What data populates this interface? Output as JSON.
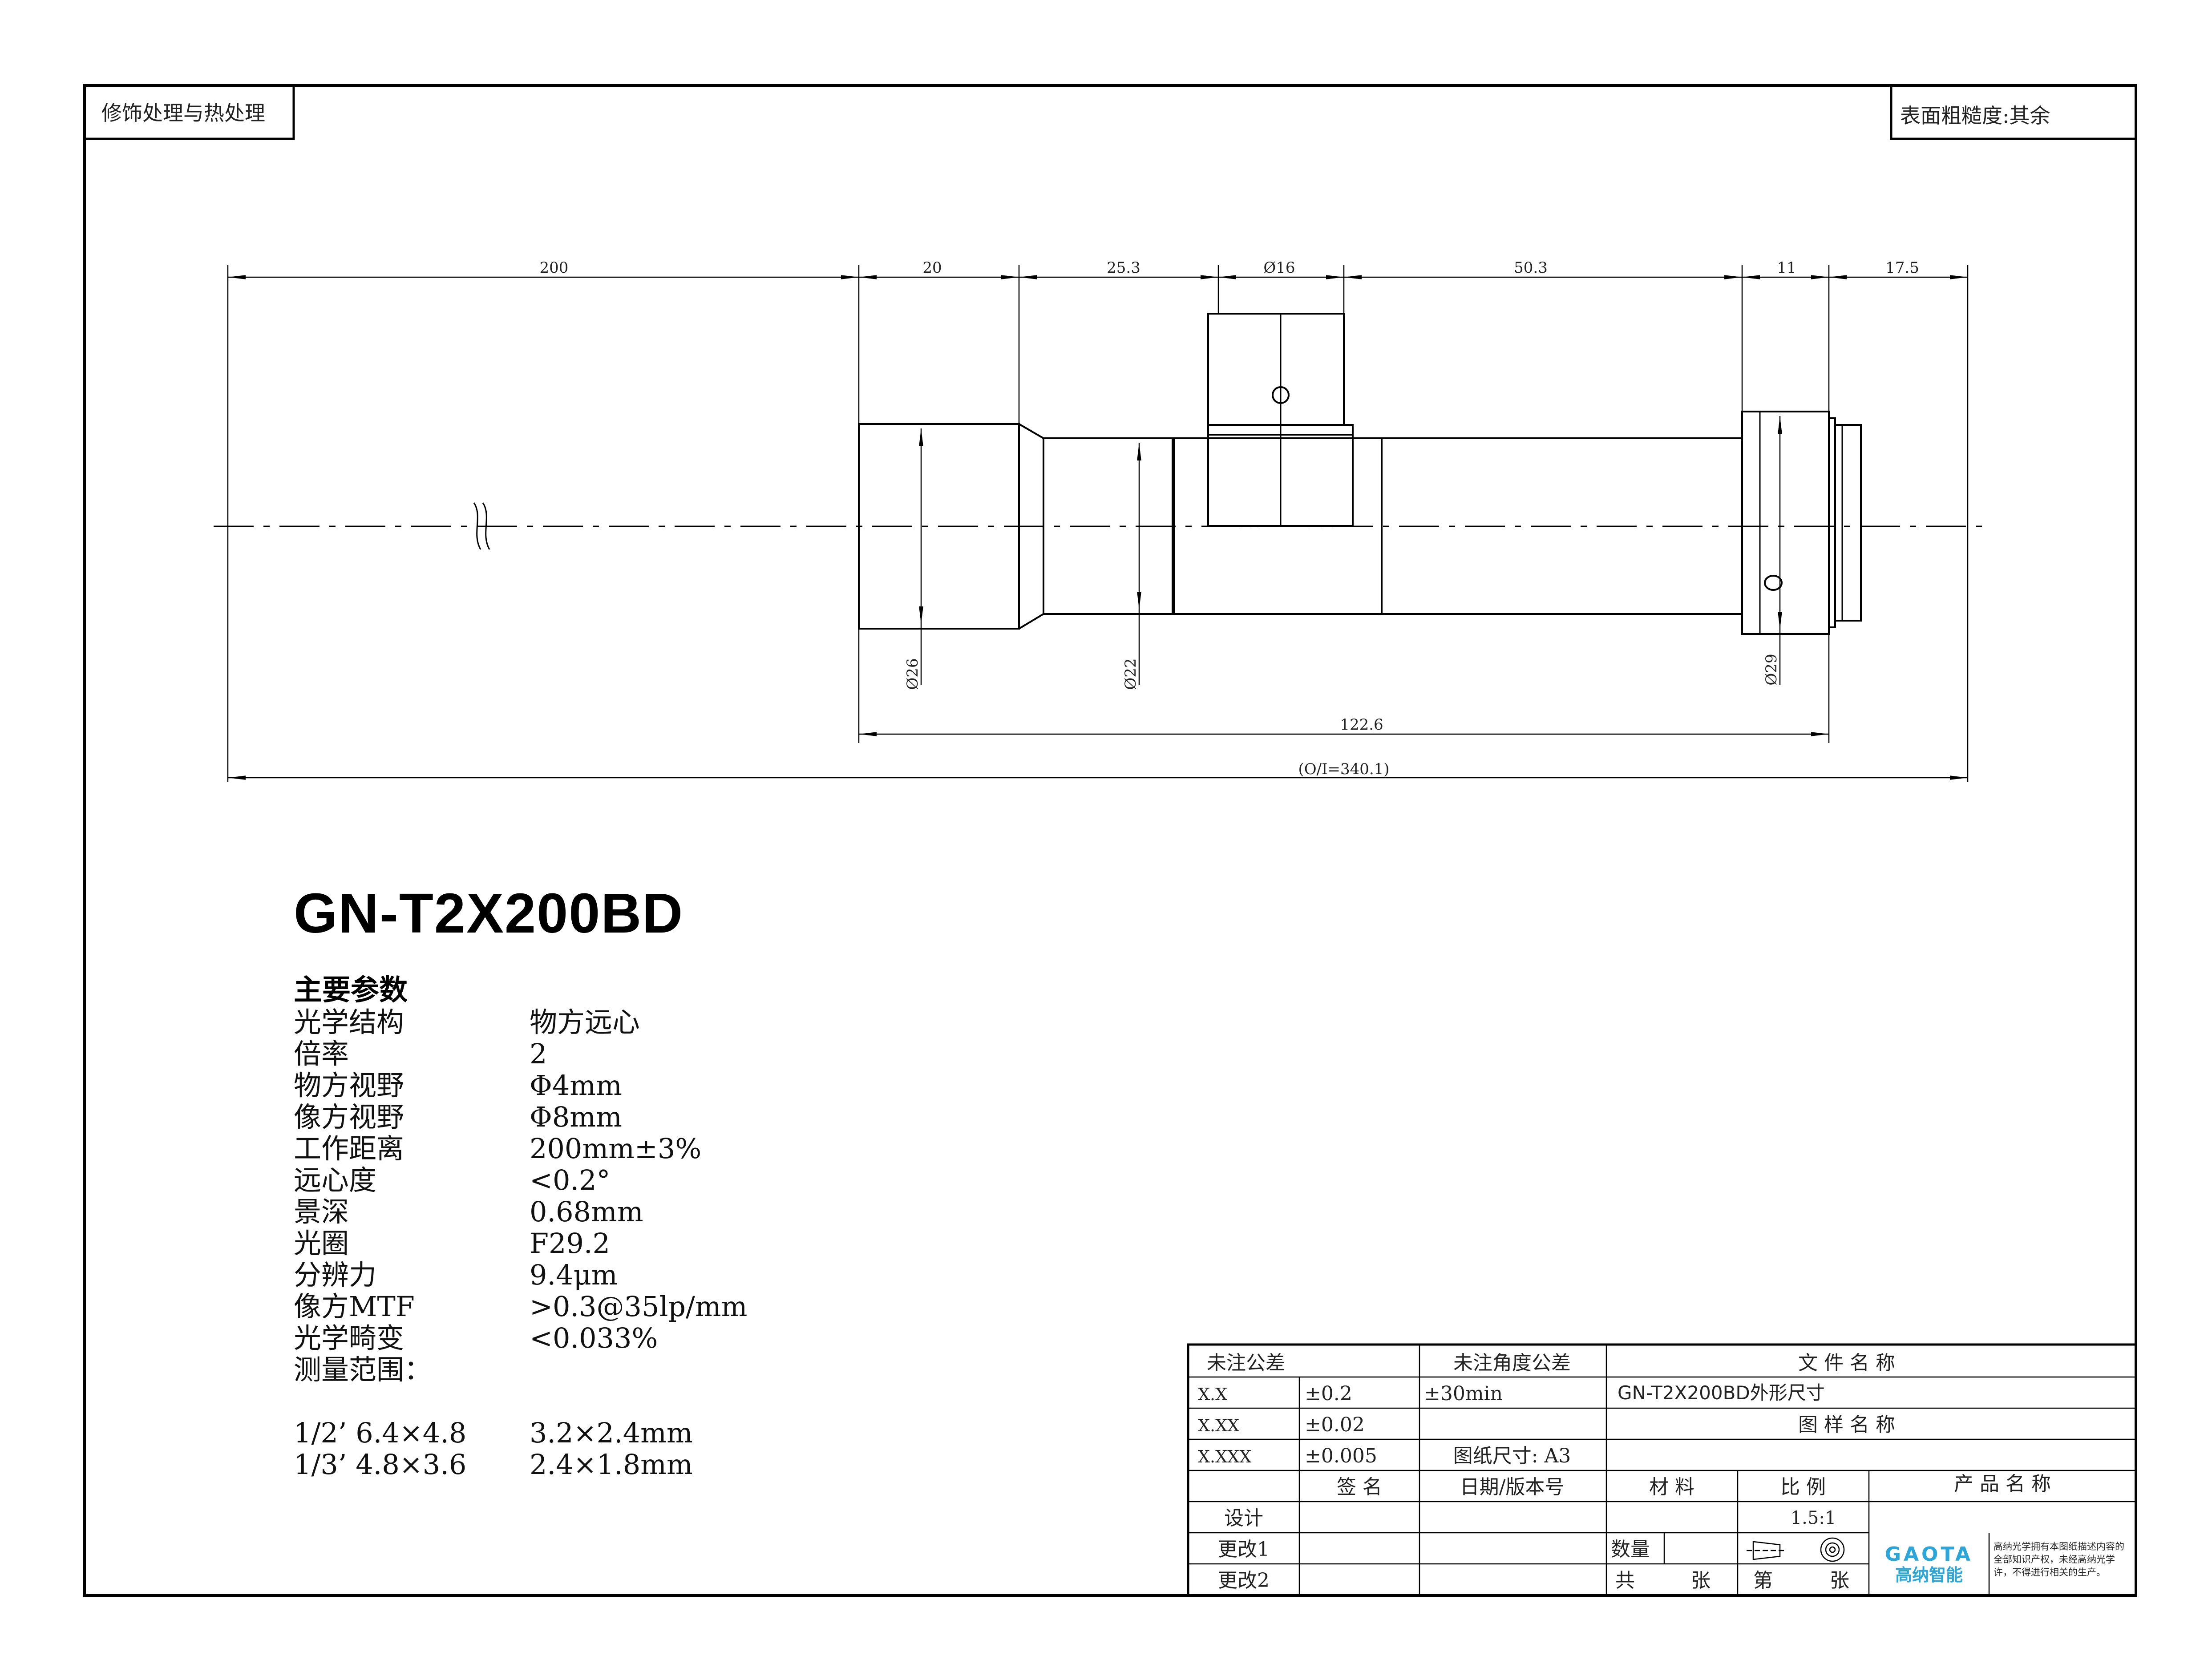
{
  "corners": {
    "top_left": "修饰处理与热处理",
    "top_right": "表面粗糙度:其余"
  },
  "dimensions": {
    "d200": "200",
    "d20": "20",
    "d25_3": "25.3",
    "phi16": "Ø16",
    "d50_3": "50.3",
    "d11": "11",
    "d17_5": "17.5",
    "phi26": "Ø26",
    "phi22": "Ø22",
    "phi29": "Ø29",
    "d122_6": "122.6",
    "total": "(O/I=340.1)"
  },
  "model": "GN-T2X200BD",
  "params": {
    "title": "主要参数",
    "rows": [
      {
        "k": "光学结构",
        "v": "物方远心"
      },
      {
        "k": "倍率",
        "v": "2"
      },
      {
        "k": "物方视野",
        "v": "Φ4mm"
      },
      {
        "k": "像方视野",
        "v": "Φ8mm"
      },
      {
        "k": "工作距离",
        "v": "200mm±3%"
      },
      {
        "k": "远心度",
        "v": "<0.2°"
      },
      {
        "k": "景深",
        "v": "0.68mm"
      },
      {
        "k": "光圈",
        "v": "F29.2"
      },
      {
        "k": "分辨力",
        "v": "9.4μm"
      },
      {
        "k": "像方MTF",
        "v": ">0.3@35lp/mm"
      },
      {
        "k": "光学畸变",
        "v": "<0.033%"
      },
      {
        "k": "测量范围：",
        "v": ""
      }
    ],
    "sensors": [
      {
        "a": "1/2’ 6.4×4.8",
        "b": "3.2×2.4mm"
      },
      {
        "a": "1/3’ 4.8×3.6",
        "b": "2.4×1.8mm"
      }
    ]
  },
  "title_block": {
    "h_tol": "未注公差",
    "h_ang": "未注角度公差",
    "h_file": "文 件 名 称",
    "xx_label": "X.X",
    "xx_val": "±0.2",
    "ang_val": "±30min",
    "file_name": "GN-T2X200BD外形尺寸",
    "xxx_label": "X.XX",
    "xxx_val": "±0.02",
    "h_pattern": "图 样 名 称",
    "xxxx_label": "X.XXX",
    "xxxx_val": "±0.005",
    "paper": "图纸尺寸: A3",
    "h_sign": "签 名",
    "h_date": "日期/版本号",
    "h_material": "材 料",
    "h_scale": "比 例",
    "h_product": "产 品 名 称",
    "design": "设计",
    "scale_val": "1.5:1",
    "rev1": "更改1",
    "qty": "数量",
    "rev2": "更改2",
    "total_a": "共",
    "total_b": "张",
    "sheet_a": "第",
    "sheet_b": "张"
  },
  "brand": {
    "logo_en": "GAOTA",
    "logo_cn": "高纳智能",
    "copyright": "高纳光学拥有本图纸描述内容的全部知识产权，未经高纳光学许，不得进行相关的生产。",
    "color": "#2ba6d9"
  }
}
